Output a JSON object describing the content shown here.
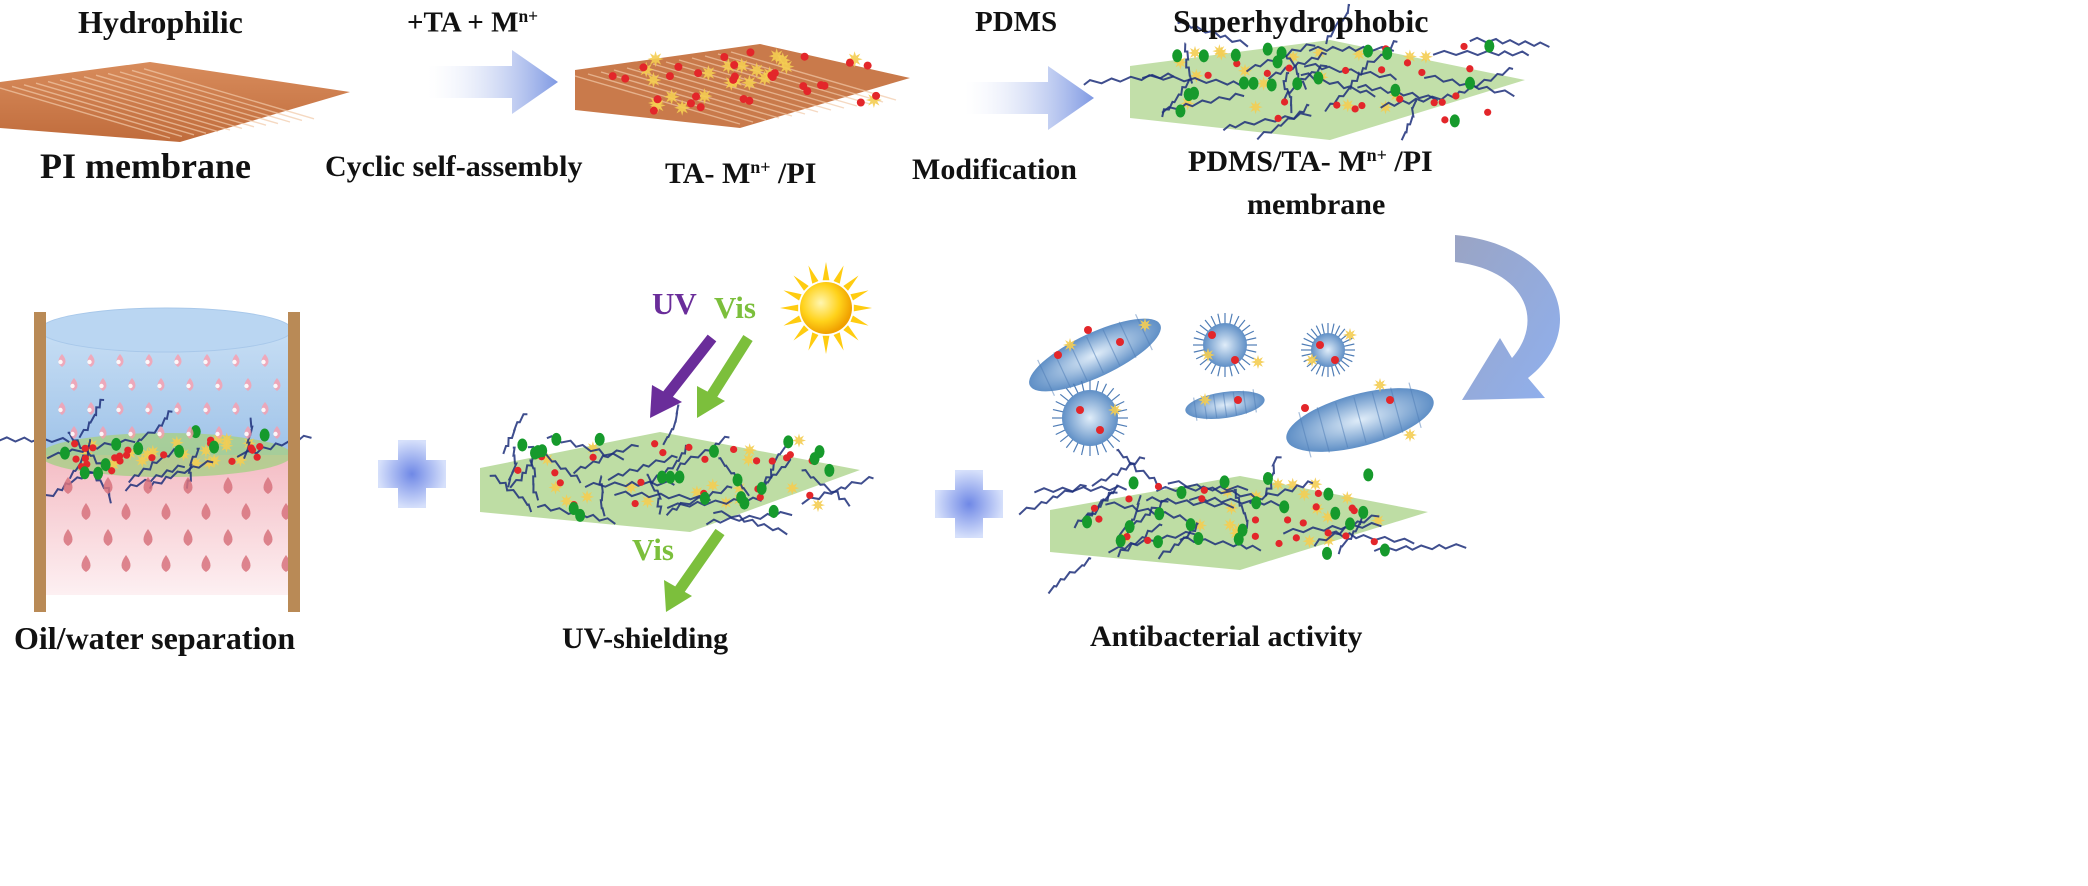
{
  "top": {
    "hydrophilic": "Hydrophilic",
    "pi_membrane": "PI membrane",
    "ta_add": "+TA + M",
    "ta_add_sup": "n+",
    "cyclic": "Cyclic self-assembly",
    "ta_pi_a": "TA- M",
    "ta_pi_sup": "n+",
    "ta_pi_b": " /PI",
    "pdms": "PDMS",
    "modification": "Modification",
    "superhydrophobic": "Superhydrophobic",
    "pdms_ta_a": "PDMS/TA- M",
    "pdms_ta_sup": "n+",
    "pdms_ta_b": " /PI",
    "membrane": "membrane"
  },
  "bottom": {
    "oil_water": "Oil/water separation",
    "uv": "UV",
    "vis_in": "Vis",
    "vis_out": "Vis",
    "uv_shielding": "UV-shielding",
    "antibacterial": "Antibacterial activity"
  },
  "colors": {
    "pi_brown": "#c8794a",
    "arrow_blue": "#8fa6e8",
    "uv_purple": "#6a2d9a",
    "vis_green": "#7cbf3c",
    "green_sheet": "#a8cf86",
    "bead_green": "#169a2c",
    "dot_red": "#e3262a",
    "star_yellow": "#f4cd52",
    "chain_navy": "#1d2f7a",
    "water_blue": "#b7d3f0",
    "oil_pink": "#f6cfd4",
    "droplet_pink": "#d7727c",
    "wood": "#b98a56",
    "sun": "#ffcc10",
    "bacteria": "#6d9ed3"
  }
}
